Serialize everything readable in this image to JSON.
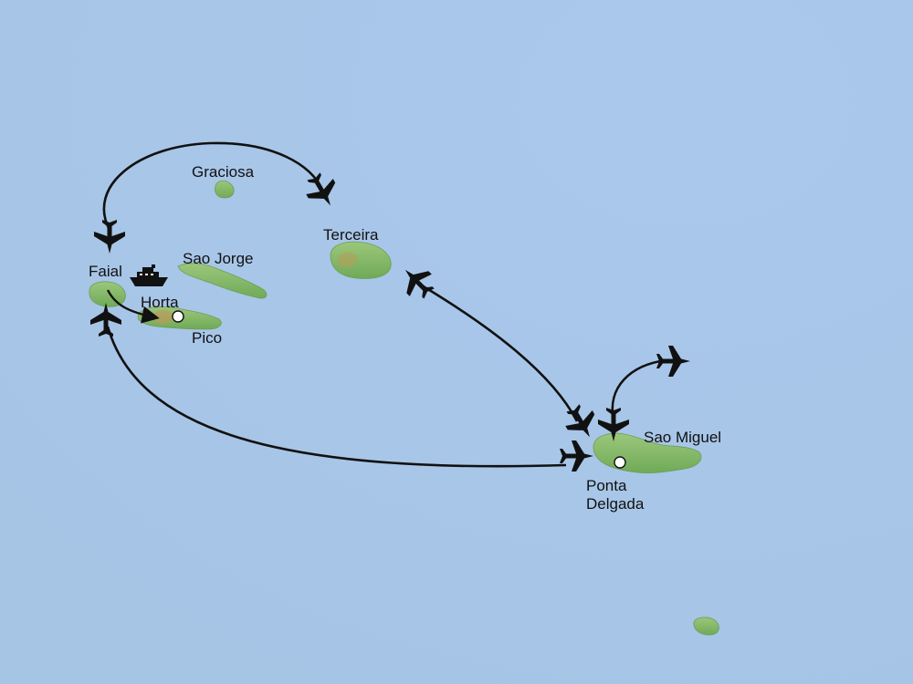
{
  "map": {
    "colors": {
      "sea": "#a9c6e8",
      "land": "#7fb665",
      "land_high": "#b99a5a",
      "route": "#111111"
    },
    "labels": {
      "graciosa": "Graciosa",
      "terceira": "Terceira",
      "sao_jorge": "Sao Jorge",
      "faial": "Faial",
      "horta": "Horta",
      "pico": "Pico",
      "sao_miguel": "Sao Miguel",
      "ponta_delgada_line1": "Ponta",
      "ponta_delgada_line2": "Delgada"
    },
    "icons": {
      "flight": "airplane-icon",
      "ferry": "ship-icon",
      "town": "town-marker"
    }
  }
}
